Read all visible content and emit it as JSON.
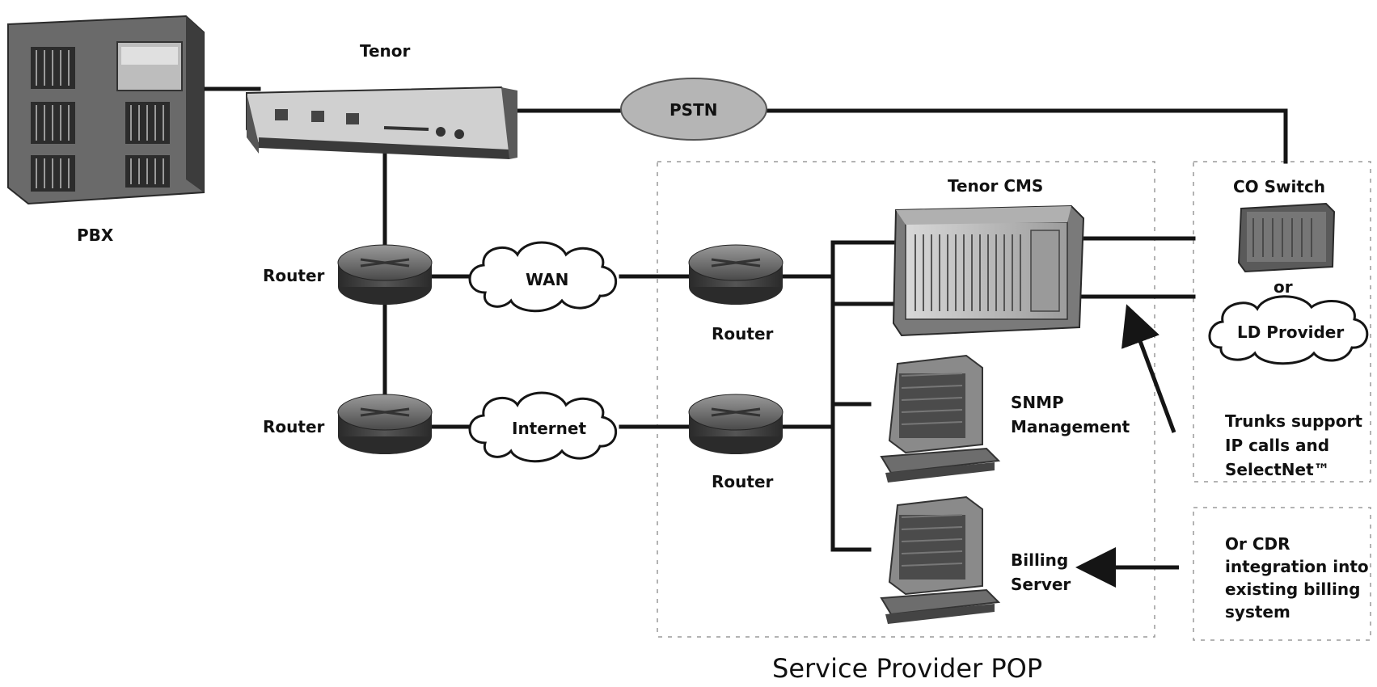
{
  "labels": {
    "tenor": "Tenor",
    "pbx": "PBX",
    "router_a": "Router",
    "router_b": "Router",
    "router_c": "Router",
    "router_d": "Router",
    "wan": "WAN",
    "internet": "Internet",
    "pstn": "PSTN",
    "tenor_cms": "Tenor CMS",
    "co_switch": "CO Switch",
    "or": "or",
    "ld_provider": "LD Provider",
    "snmp_line1": "SNMP",
    "snmp_line2": "Management",
    "billing_line1": "Billing",
    "billing_line2": "Server",
    "trunks_line1": "Trunks support",
    "trunks_line2": "IP calls and",
    "trunks_line3": "SelectNet™",
    "cdr_line1": "Or CDR",
    "cdr_line2": "integration into",
    "cdr_line3": "existing billing",
    "cdr_line4": "system",
    "pop_title": "Service Provider POP"
  },
  "colors": {
    "device_dark": "#3a3a3a",
    "device_mid": "#7a7a7a",
    "device_light": "#c8c8c8",
    "wire": "#151515",
    "dashed_box": "#9a9a9a",
    "pstn_fill": "#b5b5b5"
  },
  "icons": {
    "pbx": "pbx-cabinet-icon",
    "tenor": "gateway-device-icon",
    "router": "router-icon",
    "cms": "server-rack-icon",
    "workstation": "computer-icon",
    "co_switch": "switch-icon",
    "cloud": "cloud-icon",
    "arrow": "arrow-icon"
  }
}
